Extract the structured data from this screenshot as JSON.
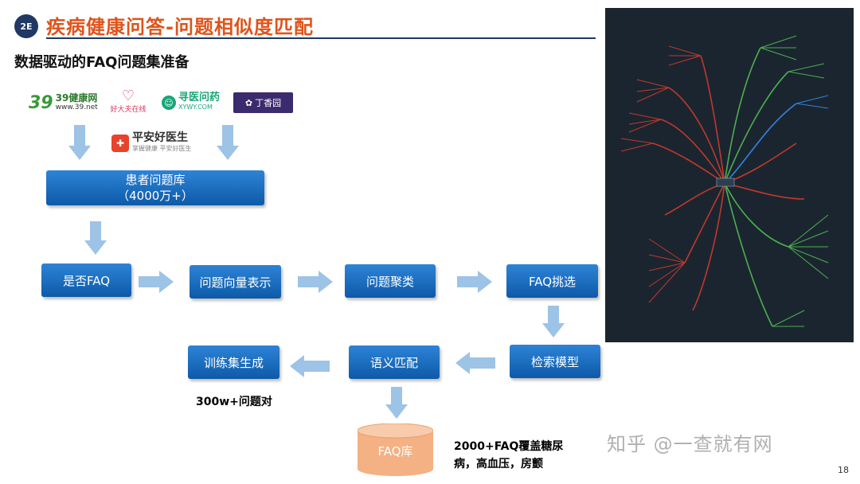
{
  "header": {
    "badge": "2E",
    "title": "疾病健康问答-问题相似度匹配",
    "subtitle": "数据驱动的FAQ问题集准备"
  },
  "sources": {
    "logo_39_main": "39健康网",
    "logo_39_url": "www.39.net",
    "logo_haodf": "好大夫在线",
    "logo_xywy_main": "寻医问药",
    "logo_xywy_url": "XYWY.COM",
    "logo_dxy": "丁香园",
    "logo_pingan_main": "平安好医生",
    "logo_pingan_sub": "掌握健康 平安好医生"
  },
  "flow": {
    "patient_db": "患者问题库",
    "patient_db_count": "（4000万+）",
    "is_faq": "是否FAQ",
    "vector": "问题向量表示",
    "cluster": "问题聚类",
    "faq_select": "FAQ挑选",
    "retrieval": "检索模型",
    "semantic": "语义匹配",
    "training": "训练集生成",
    "faq_db": "FAQ库"
  },
  "notes": {
    "pairs": "300w+问题对",
    "coverage_line1": "2000+FAQ覆盖糖尿",
    "coverage_line2": "病，高血压，房颤"
  },
  "watermark": "知乎 @一查就有网",
  "page_number": "18",
  "colors": {
    "title": "#e0531a",
    "navy": "#1f3864",
    "box": "#0d5aa8",
    "arrow": "#9dc3e6",
    "cylinder": "#f4b183"
  }
}
